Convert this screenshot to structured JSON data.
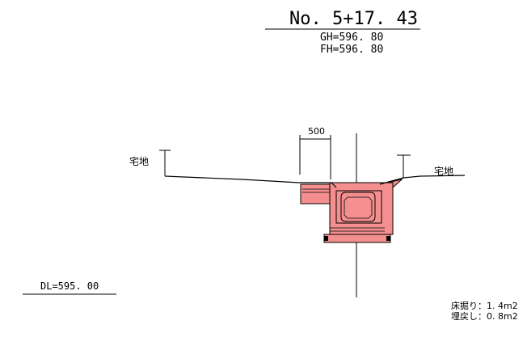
{
  "header": {
    "station": "No. 5+17. 43",
    "gh": "GH=596. 80",
    "fh": "FH=596. 80"
  },
  "labels": {
    "left_landuse": "宅地",
    "right_landuse": "宅地",
    "dimension": "500",
    "datum": "DL=595. 00"
  },
  "quantities": {
    "excavation": "床掘り：1. 4m2",
    "backfill": "埋戻し：0. 8m2"
  },
  "colors": {
    "structure_fill": "#f58f8f",
    "line": "#000000"
  }
}
